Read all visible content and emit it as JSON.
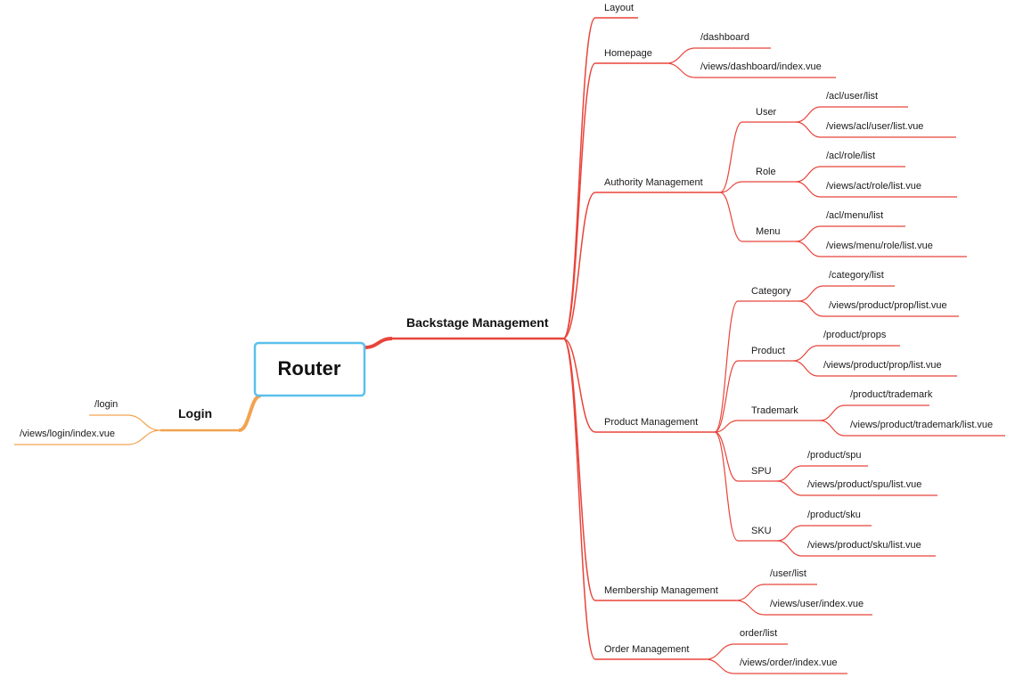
{
  "root": {
    "label": "Router"
  },
  "colors": {
    "backstage": "#e8443a",
    "login": "#f2a350",
    "root_border": "#5bc0eb"
  },
  "login": {
    "label": "Login",
    "children": [
      {
        "label": "/login"
      },
      {
        "label": "/views/login/index.vue"
      }
    ]
  },
  "backstage": {
    "label": "Backstage Management",
    "children": [
      {
        "label": "Layout"
      },
      {
        "label": "Homepage",
        "children": [
          {
            "label": "/dashboard"
          },
          {
            "label": "/views/dashboard/index.vue"
          }
        ]
      },
      {
        "label": "Authority Management",
        "children": [
          {
            "label": "User",
            "children": [
              {
                "label": "/acl/user/list"
              },
              {
                "label": "/views/acl/user/list.vue"
              }
            ]
          },
          {
            "label": "Role",
            "children": [
              {
                "label": "/acl/role/list"
              },
              {
                "label": "/views/act/role/list.vue"
              }
            ]
          },
          {
            "label": "Menu",
            "children": [
              {
                "label": "/acl/menu/list"
              },
              {
                "label": "/views/menu/role/list.vue"
              }
            ]
          }
        ]
      },
      {
        "label": "Product Management",
        "children": [
          {
            "label": "Category",
            "children": [
              {
                "label": "/category/list"
              },
              {
                "label": "/views/product/prop/list.vue"
              }
            ]
          },
          {
            "label": "Product",
            "children": [
              {
                "label": "/product/props"
              },
              {
                "label": "/views/product/prop/list.vue"
              }
            ]
          },
          {
            "label": "Trademark",
            "children": [
              {
                "label": "/product/trademark"
              },
              {
                "label": "/views/product/trademark/list.vue"
              }
            ]
          },
          {
            "label": "SPU",
            "children": [
              {
                "label": "/product/spu"
              },
              {
                "label": "/views/product/spu/list.vue"
              }
            ]
          },
          {
            "label": "SKU",
            "children": [
              {
                "label": "/product/sku"
              },
              {
                "label": "/views/product/sku/list.vue"
              }
            ]
          }
        ]
      },
      {
        "label": "Membership Management",
        "children": [
          {
            "label": "/user/list"
          },
          {
            "label": "/views/user/index.vue"
          }
        ]
      },
      {
        "label": "Order Management",
        "children": [
          {
            "label": "order/list"
          },
          {
            "label": "/views/order/index.vue"
          }
        ]
      }
    ]
  }
}
